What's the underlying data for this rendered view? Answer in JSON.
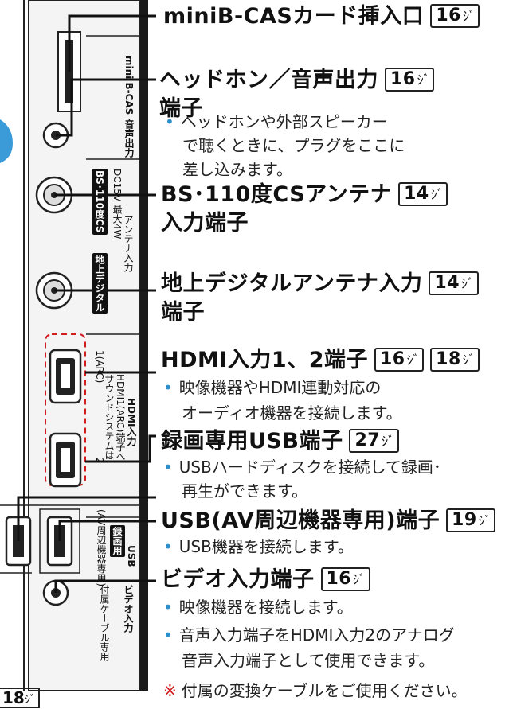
{
  "labels": {
    "card_slot": {
      "title": "miniB-CASカード挿入口",
      "ref": "16"
    },
    "headphone": {
      "title": "ヘッドホン／音声出力",
      "ref": "16",
      "title2": "端子",
      "desc": [
        "ヘッドホンや外部スピーカー",
        "で聴くときに、プラグをここに",
        "差し込みます。"
      ]
    },
    "bs_cs": {
      "title": "BS･110度CSアンテナ",
      "ref": "14",
      "title2": "入力端子"
    },
    "terrestrial": {
      "title": "地上デジタルアンテナ入力",
      "ref": "14",
      "title2": "端子"
    },
    "hdmi": {
      "title": "HDMI入力1、2端子",
      "ref1": "16",
      "ref2": "18",
      "desc": [
        "映像機器やHDMI連動対応の",
        "オーディオ機器を接続します。"
      ]
    },
    "rec_usb": {
      "title": "録画専用USB端子",
      "ref": "27",
      "desc": [
        "USBハードディスクを接続して録画･",
        "再生ができます。"
      ]
    },
    "av_usb": {
      "title": "USB(AV周辺機器専用)端子",
      "ref": "19",
      "desc": [
        "USB機器を接続します。"
      ]
    },
    "video": {
      "title": "ビデオ入力端子",
      "ref": "16",
      "desc": [
        "映像機器を接続します。",
        "音声入力端子をHDMI入力2のアナログ",
        "音声入力端子として使用できます。"
      ]
    },
    "note": "付属の変換ケーブルをご使用ください。",
    "corner_ref": "18"
  },
  "panel": {
    "mini_bcas": "mini B-CAS",
    "headphone_out": "音声出力",
    "bs_cs": "BS･110度CS",
    "bs_spec": "DC15V 最大4W",
    "antenna_input": "アンテナ入力",
    "terrestrial": "地上デジタル",
    "hdmi1": "1(ARC)",
    "sound_system": "サウンドシステムは",
    "hdmi1_arc": "HDMI1(ARC)端子へ",
    "hdmi_input": "HDMI入力",
    "hdmi2": "2",
    "av_usb": "(AV周辺機器専用)",
    "rec_only": "録画用",
    "usb": "USB",
    "cable_only": "付属ケーブル専用",
    "video_input": "ビデオ入力"
  },
  "ref_mark": "ｼﾞ",
  "note_mark": "※",
  "colors": {
    "accent": "#2c8fc9",
    "note": "#d11d1d",
    "panel": "#f2f2f2"
  }
}
